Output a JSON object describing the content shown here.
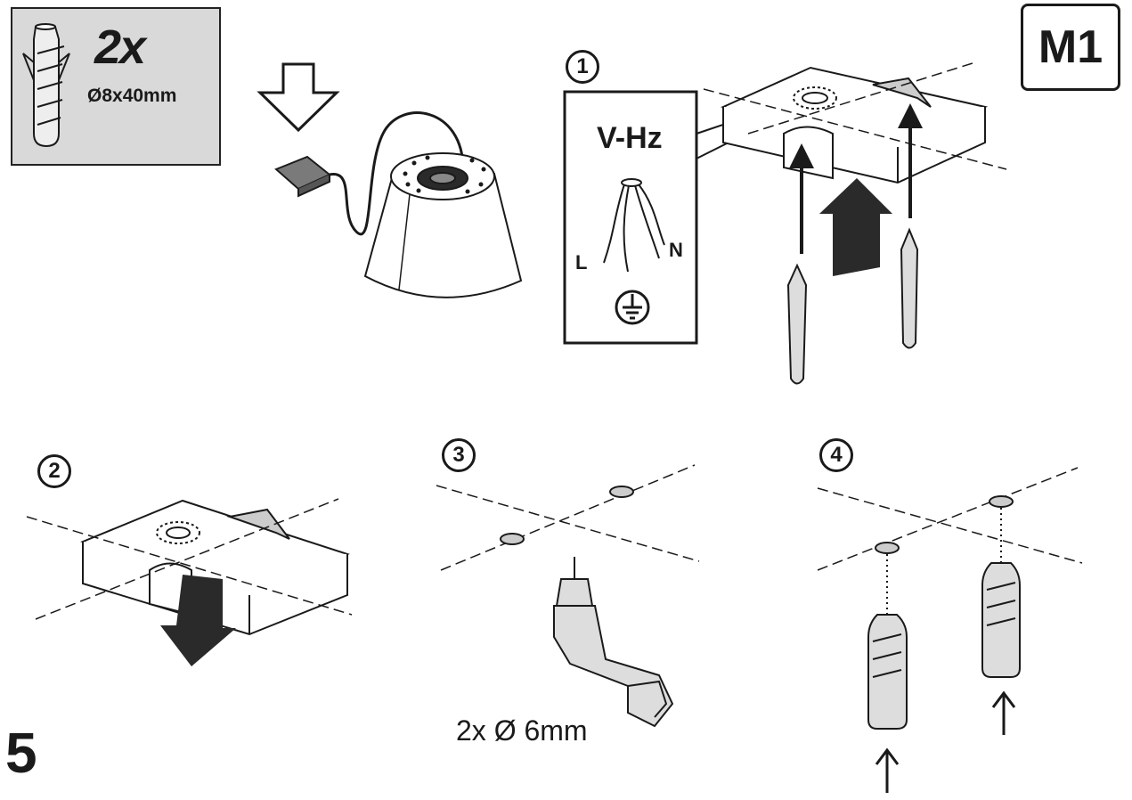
{
  "parts": {
    "quantity": "2x",
    "size": "Ø8x40mm"
  },
  "model": "M1",
  "steps": [
    {
      "number": "1",
      "voltage_label": "V-Hz",
      "wire_live": "L",
      "wire_neutral": "N"
    },
    {
      "number": "2"
    },
    {
      "number": "3",
      "drill_label": "2x Ø 6mm"
    },
    {
      "number": "4"
    }
  ],
  "page_number": "5"
}
